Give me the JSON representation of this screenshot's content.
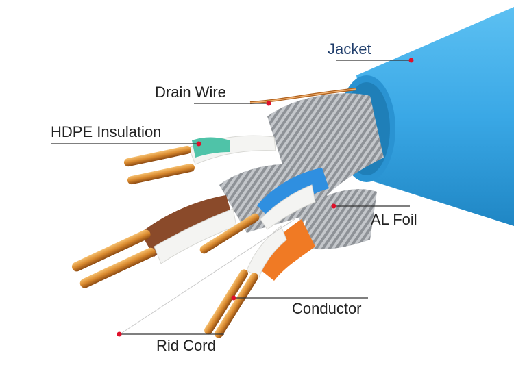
{
  "labels": {
    "jacket": "Jacket",
    "drain_wire": "Drain Wire",
    "hdpe_insulation": "HDPE Insulation",
    "al_foil": "AL Foil",
    "conductor": "Conductor",
    "rid_cord": "Rid Cord"
  },
  "colors": {
    "jacket": "#3aa8e6",
    "jacket_dark": "#1f86c4",
    "foil": "#b9bcc0",
    "copper": "#d9892e",
    "pointer": "#e0102a",
    "leader": "#333333",
    "jacket_label": "#1f3d6b",
    "pair_green": "#4fc3a8",
    "pair_brown": "#8a4a2a",
    "pair_blue": "#2f8fe0",
    "pair_orange": "#f07a24"
  }
}
